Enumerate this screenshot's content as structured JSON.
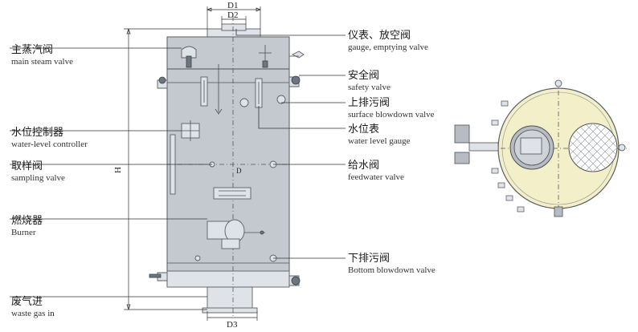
{
  "dimensions": {
    "d1": "D1",
    "d2": "D2",
    "d3": "D3",
    "d": "D",
    "h": "H"
  },
  "labels_left": [
    {
      "zh": "主蒸汽阀",
      "en": "main steam valve"
    },
    {
      "zh": "水位控制器",
      "en": "water-level controller"
    },
    {
      "zh": "取样阀",
      "en": "sampling valve"
    },
    {
      "zh": "燃烧器",
      "en": "Burner"
    },
    {
      "zh": "废气进",
      "en": "waste gas in"
    }
  ],
  "labels_right": [
    {
      "zh": "仪表、放空阀",
      "en": "gauge, emptying valve"
    },
    {
      "zh": "安全阀",
      "en": "safety valve"
    },
    {
      "zh": "上排污阀",
      "en": "surface blowdown valve"
    },
    {
      "zh": "水位表",
      "en": "water level gauge"
    },
    {
      "zh": "给水阀",
      "en": "feedwater  valve"
    },
    {
      "zh": "下排污阀",
      "en": "Bottom blowdown valve"
    }
  ],
  "colors": {
    "body": "#c4c9d0",
    "top_view_fill": "#f3efc9",
    "outline": "#5a5f66"
  }
}
